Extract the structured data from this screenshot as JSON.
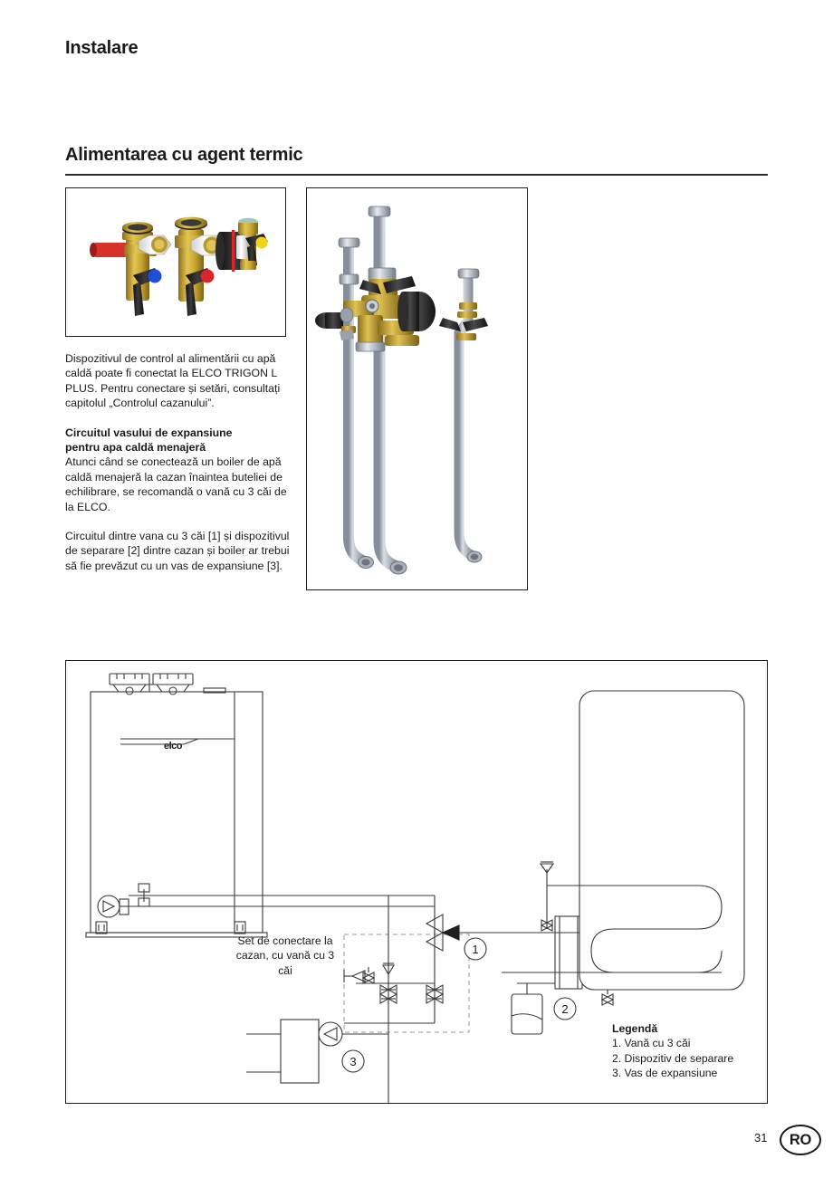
{
  "document": {
    "chapter_title": "Instalare",
    "section_title": "Alimentarea cu agent termic"
  },
  "body": {
    "paragraph_1": "Dispozitivul de control al alimentării cu apă caldă poate fi conectat la ELCO TRIGON L PLUS. Pentru conectare și setări, consultați capitolul „Controlul cazanului”.",
    "subheading_1_line1": "Circuitul vasului de expansiune",
    "subheading_1_line2": "pentru apa caldă menajeră",
    "paragraph_2": "Atunci când se conectează un boiler de apă caldă menajeră la cazan înaintea buteliei de echilibrare, se recomandă o vană cu 3 căi de la ELCO.",
    "paragraph_3": "Circuitul dintre vana cu 3 căi [1] și dispozitivul de separare [2] dintre cazan și boiler ar trebui să fie prevăzut cu un vas de expansiune [3]."
  },
  "figures": {
    "photo_caption_alt": "valve-assembly-photo",
    "drawing_caption_alt": "pipework-assembly-drawing"
  },
  "schematic": {
    "connection_label": "Set de conectare la cazan, cu vană cu 3 căi",
    "boiler_brand": "elco",
    "callouts": [
      {
        "id": "1",
        "label": "1"
      },
      {
        "id": "2",
        "label": "2"
      },
      {
        "id": "3",
        "label": "3"
      }
    ],
    "legend": {
      "title": "Legendă",
      "items": [
        "1. Vană cu 3 căi",
        "2. Dispozitiv de separare",
        "3. Vas de expansiune"
      ]
    }
  },
  "footer": {
    "page_number": "31",
    "language_code": "RO"
  },
  "colors": {
    "ink": "#1a1a1a",
    "rule": "#2b2b2b",
    "brass": "#d6b43c",
    "brass_dark": "#a8862a",
    "steel": "#b9bfc9",
    "steel_dark": "#7e8794",
    "black_handle": "#1e1e1e",
    "red": "#d8262a",
    "blue": "#1b4fd8",
    "yellow": "#f2d21a"
  }
}
